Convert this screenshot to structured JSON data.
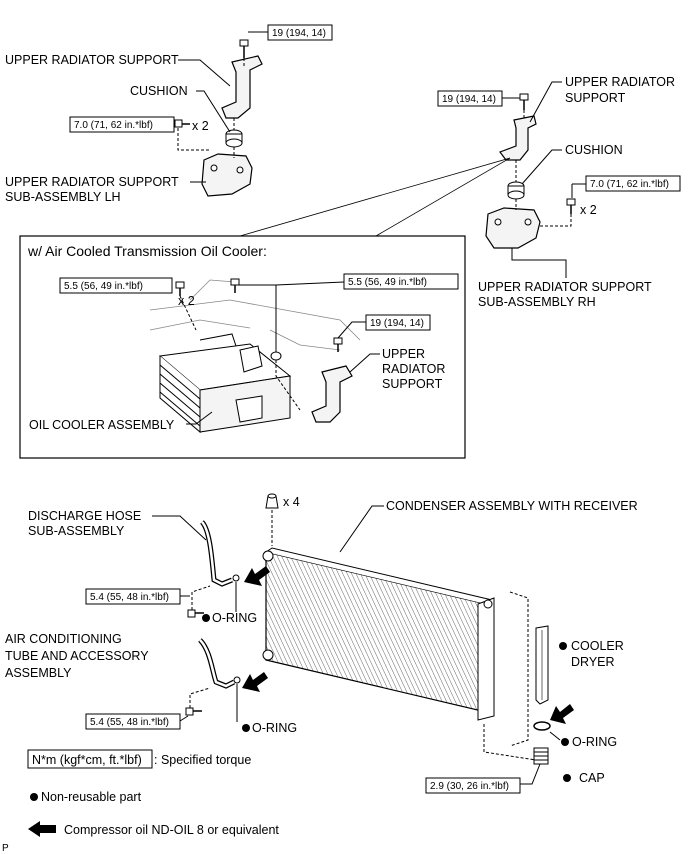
{
  "colors": {
    "ink": "#000000",
    "paper": "#ffffff",
    "part_fill": "#f4f4f4"
  },
  "icons": {
    "non_reusable": "filled-circle-icon",
    "oil": "left-arrow-icon"
  },
  "labels": {
    "upper_support_lh": "UPPER RADIATOR SUPPORT",
    "cushion_lh": "CUSHION",
    "sub_lh_1": "UPPER RADIATOR SUPPORT",
    "sub_lh_2": "SUB-ASSEMBLY LH",
    "upper_support_rh_1": "UPPER RADIATOR",
    "upper_support_rh_2": "SUPPORT",
    "cushion_rh": "CUSHION",
    "sub_rh_1": "UPPER RADIATOR SUPPORT",
    "sub_rh_2": "SUB-ASSEMBLY RH",
    "inset_title": "w/ Air Cooled Transmission Oil Cooler:",
    "inset_support_1": "UPPER",
    "inset_support_2": "RADIATOR",
    "inset_support_3": "SUPPORT",
    "oil_cooler": "OIL COOLER ASSEMBLY",
    "discharge_1": "DISCHARGE HOSE",
    "discharge_2": "SUB-ASSEMBLY",
    "condenser": "CONDENSER ASSEMBLY WITH RECEIVER",
    "ac_tube_1": "AIR CONDITIONING",
    "ac_tube_2": "TUBE AND ACCESSORY",
    "ac_tube_3": "ASSEMBLY",
    "oring_1": "O-RING",
    "oring_2": "O-RING",
    "oring_3": "O-RING",
    "cooler_dryer_1": "COOLER",
    "cooler_dryer_2": "DRYER",
    "cap": "CAP",
    "x2_lh": "x 2",
    "x2_rh": "x 2",
    "x2_inset": "x 2",
    "x4": "x 4",
    "corner_mark": "P"
  },
  "torques": {
    "t_lh_top": "19 (194, 14)",
    "t_lh_side": "7.0 (71, 62 in.*lbf)",
    "t_rh_top": "19 (194, 14)",
    "t_rh_side": "7.0 (71, 62 in.*lbf)",
    "t_inset_a": "5.5 (56, 49 in.*lbf)",
    "t_inset_b": "5.5 (56, 49 in.*lbf)",
    "t_inset_c": "19 (194, 14)",
    "t_hose": "5.4 (55, 48 in.*lbf)",
    "t_tube": "5.4 (55, 48 in.*lbf)",
    "t_cap": "2.9 (30, 26 in.*lbf)"
  },
  "legend": {
    "torque_box": "N*m (kgf*cm, ft.*lbf)",
    "torque_desc": ": Specified torque",
    "non_reusable": "Non-reusable part",
    "oil": "Compressor oil ND-OIL 8 or equivalent"
  }
}
